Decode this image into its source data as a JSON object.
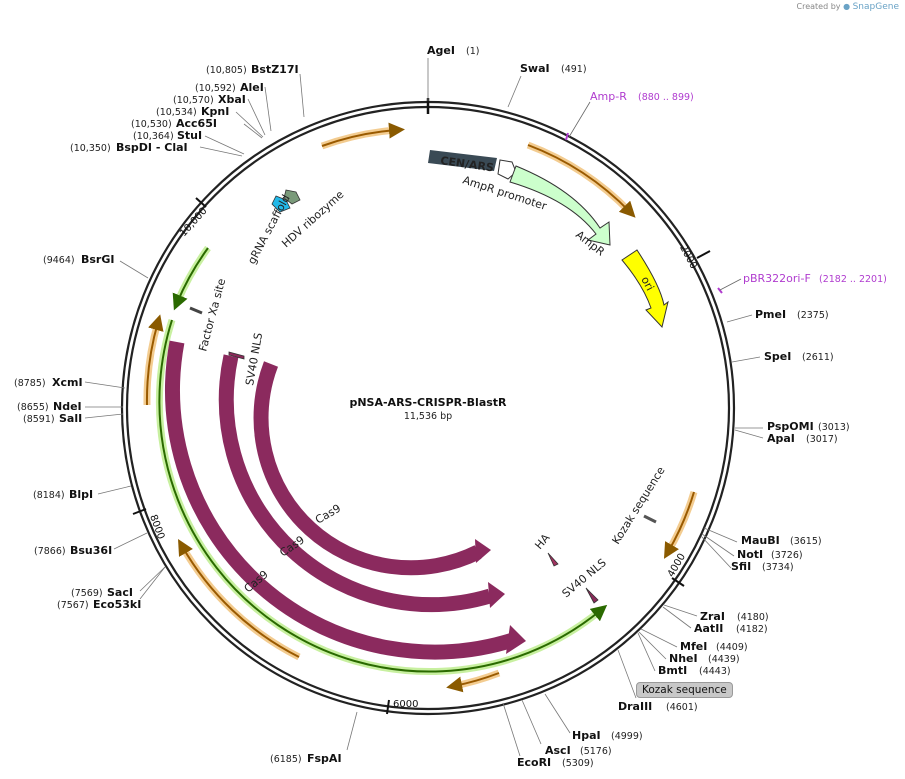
{
  "header": {
    "credit": "Created by",
    "brand": "SnapGene"
  },
  "plasmid": {
    "name": "pNSA-ARS-CRISPR-BlastR",
    "length": 11536,
    "length_label": "11,536 bp"
  },
  "ticks": [
    {
      "pos": 2000,
      "label": "2000"
    },
    {
      "pos": 4000,
      "label": "4000"
    },
    {
      "pos": 6000,
      "label": "6000"
    },
    {
      "pos": 8000,
      "label": "8000"
    },
    {
      "pos": 10000,
      "label": "10,000"
    }
  ],
  "sites": [
    {
      "name": "AgeI",
      "pos": 1,
      "pos_label": "(1)"
    },
    {
      "name": "SwaI",
      "pos": 491,
      "pos_label": "(491)"
    },
    {
      "name": "PmeI",
      "pos": 2375,
      "pos_label": "(2375)"
    },
    {
      "name": "SpeI",
      "pos": 2611,
      "pos_label": "(2611)"
    },
    {
      "name": "PspOMI",
      "pos": 3013,
      "pos_label": "(3013)"
    },
    {
      "name": "ApaI",
      "pos": 3017,
      "pos_label": "(3017)"
    },
    {
      "name": "MauBI",
      "pos": 3615,
      "pos_label": "(3615)"
    },
    {
      "name": "NotI",
      "pos": 3726,
      "pos_label": "(3726)"
    },
    {
      "name": "SfiI",
      "pos": 3734,
      "pos_label": "(3734)"
    },
    {
      "name": "ZraI",
      "pos": 4180,
      "pos_label": "(4180)"
    },
    {
      "name": "AatII",
      "pos": 4182,
      "pos_label": "(4182)"
    },
    {
      "name": "MfeI",
      "pos": 4409,
      "pos_label": "(4409)"
    },
    {
      "name": "NheI",
      "pos": 4439,
      "pos_label": "(4439)"
    },
    {
      "name": "BmtI",
      "pos": 4443,
      "pos_label": "(4443)"
    },
    {
      "name": "DraIII",
      "pos": 4601,
      "pos_label": "(4601)"
    },
    {
      "name": "HpaI",
      "pos": 4999,
      "pos_label": "(4999)"
    },
    {
      "name": "AscI",
      "pos": 5176,
      "pos_label": "(5176)"
    },
    {
      "name": "EcoRI",
      "pos": 5309,
      "pos_label": "(5309)"
    },
    {
      "name": "FspAI",
      "pos": 6185,
      "pos_label": "(6185)"
    },
    {
      "name": "Eco53kI",
      "pos": 7567,
      "pos_label": "(7567)"
    },
    {
      "name": "SacI",
      "pos": 7569,
      "pos_label": "(7569)"
    },
    {
      "name": "Bsu36I",
      "pos": 7866,
      "pos_label": "(7866)"
    },
    {
      "name": "BlpI",
      "pos": 8184,
      "pos_label": "(8184)"
    },
    {
      "name": "SalI",
      "pos": 8591,
      "pos_label": "(8591)"
    },
    {
      "name": "NdeI",
      "pos": 8655,
      "pos_label": "(8655)"
    },
    {
      "name": "XcmI",
      "pos": 8785,
      "pos_label": "(8785)"
    },
    {
      "name": "BsrGI",
      "pos": 9464,
      "pos_label": "(9464)"
    },
    {
      "name": "BspDI - ClaI",
      "pos": 10350,
      "pos_label": "(10,350)"
    },
    {
      "name": "StuI",
      "pos": 10364,
      "pos_label": "(10,364)"
    },
    {
      "name": "Acc65I",
      "pos": 10530,
      "pos_label": "(10,530)"
    },
    {
      "name": "KpnI",
      "pos": 10534,
      "pos_label": "(10,534)"
    },
    {
      "name": "XbaI",
      "pos": 10570,
      "pos_label": "(10,570)"
    },
    {
      "name": "AleI",
      "pos": 10592,
      "pos_label": "(10,592)"
    },
    {
      "name": "BstZ17I",
      "pos": 10805,
      "pos_label": "(10,805)"
    }
  ],
  "primers": [
    {
      "name": "Amp-R",
      "range": "(880 .. 899)"
    },
    {
      "name": "pBR322ori-F",
      "range": "(2182 .. 2201)"
    }
  ],
  "features": [
    {
      "name": "CEN/ARS",
      "color": "#3a4a55"
    },
    {
      "name": "AmpR promoter",
      "color": "#ffffff"
    },
    {
      "name": "AmpR",
      "color": "#ccffcc"
    },
    {
      "name": "ori",
      "color": "#ffff00"
    },
    {
      "name": "Kozak sequence",
      "color": "#cccccc"
    },
    {
      "name": "HA",
      "color": "#a0325f"
    },
    {
      "name": "SV40 NLS",
      "color": "#8a2a5a"
    },
    {
      "name": "Cas9",
      "color": "#8b2a5e"
    },
    {
      "name": "Factor Xa site",
      "color": "#444444"
    },
    {
      "name": "gRNA scaffold",
      "color": "#22b8e8"
    },
    {
      "name": "HDV ribozyme",
      "color": "#7a9a7a"
    }
  ],
  "tooltip": "Kozak sequence"
}
